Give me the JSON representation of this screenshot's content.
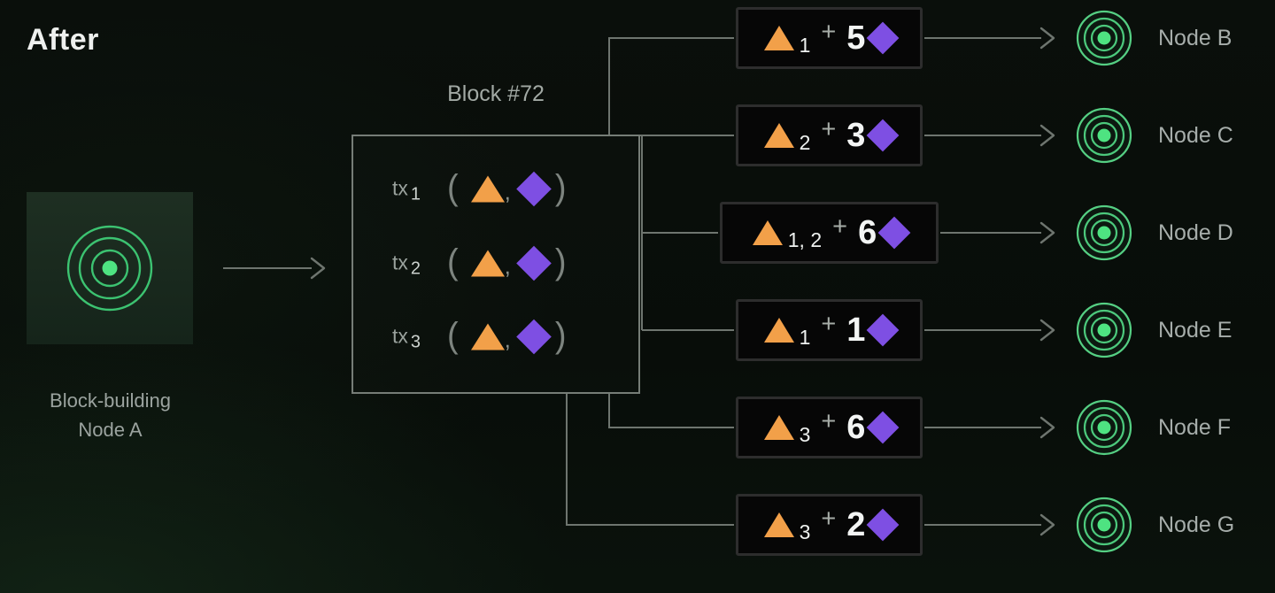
{
  "title": "After",
  "source_node": {
    "name_line1": "Block-building",
    "name_line2": "Node A"
  },
  "block": {
    "title": "Block #72",
    "tx_prefix": "tx",
    "open_paren": "(",
    "comma": ",",
    "close_paren": ")",
    "transactions": [
      {
        "sub": "1"
      },
      {
        "sub": "2"
      },
      {
        "sub": "3"
      }
    ]
  },
  "symbols": {
    "plus": "+"
  },
  "messages": [
    {
      "triangle_sub": "1",
      "amount": "5",
      "target": "Node B"
    },
    {
      "triangle_sub": "2",
      "amount": "3",
      "target": "Node C"
    },
    {
      "triangle_sub": "1, 2",
      "amount": "6",
      "target": "Node D"
    },
    {
      "triangle_sub": "1",
      "amount": "1",
      "target": "Node E"
    },
    {
      "triangle_sub": "3",
      "amount": "6",
      "target": "Node F"
    },
    {
      "triangle_sub": "3",
      "amount": "2",
      "target": "Node G"
    }
  ],
  "colors": {
    "triangle_orange": "#f2a049",
    "diamond_purple": "#7e4fe3",
    "node_dot_green": "#4ee381",
    "node_ring_green": "#55cf83",
    "connector_gray": "#6e756f",
    "block_border_gray": "#767d77",
    "message_box_border": "#2d2d2d"
  }
}
